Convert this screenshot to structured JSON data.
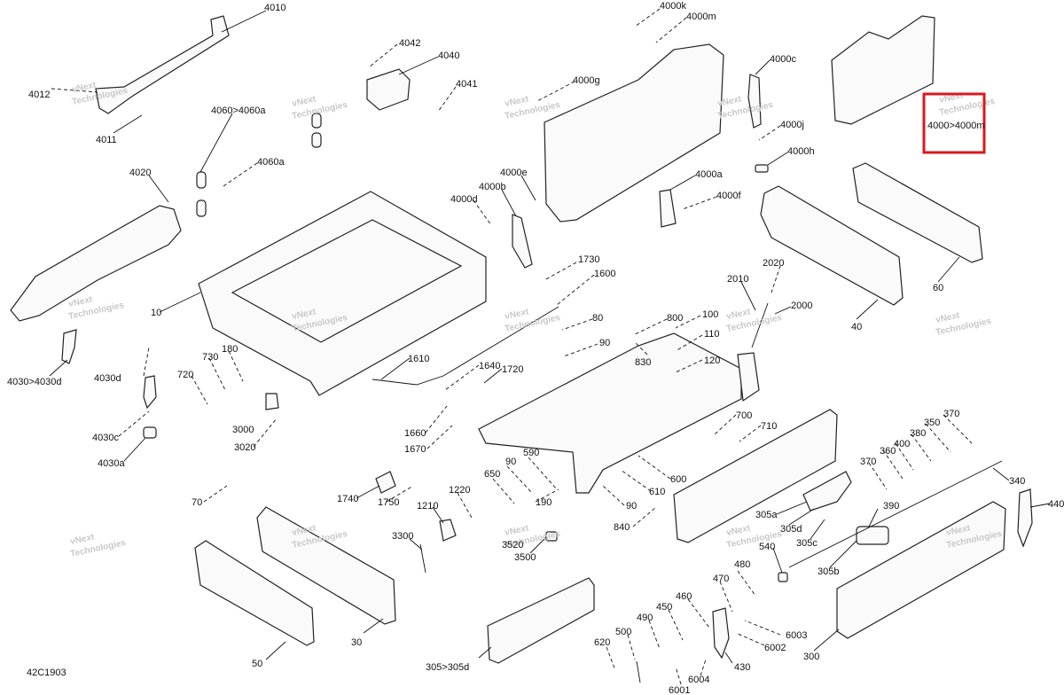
{
  "diagram_code": "42C1903",
  "watermark": [
    "vNext",
    "Technologies"
  ],
  "highlight": {
    "label": "4000>4000m"
  },
  "callouts": [
    {
      "id": "c4010",
      "text": "4010"
    },
    {
      "id": "c4012",
      "text": "4012"
    },
    {
      "id": "c4011",
      "text": "4011"
    },
    {
      "id": "c4042",
      "text": "4042"
    },
    {
      "id": "c4040",
      "text": "4040"
    },
    {
      "id": "c4041",
      "text": "4041"
    },
    {
      "id": "c4060a",
      "text": "4060>4060a"
    },
    {
      "id": "c4060a2",
      "text": "4060a"
    },
    {
      "id": "c4020",
      "text": "4020"
    },
    {
      "id": "c4030d",
      "text": "4030>4030d"
    },
    {
      "id": "c4030d2",
      "text": "4030d"
    },
    {
      "id": "c4030c",
      "text": "4030c"
    },
    {
      "id": "c4030a",
      "text": "4030a"
    },
    {
      "id": "c10",
      "text": "10"
    },
    {
      "id": "c730",
      "text": "730"
    },
    {
      "id": "c180",
      "text": "180"
    },
    {
      "id": "c720",
      "text": "720"
    },
    {
      "id": "c3000",
      "text": "3000"
    },
    {
      "id": "c3020",
      "text": "3020"
    },
    {
      "id": "c4000k",
      "text": "4000k"
    },
    {
      "id": "c4000m",
      "text": "4000m"
    },
    {
      "id": "c4000g",
      "text": "4000g"
    },
    {
      "id": "c4000c",
      "text": "4000c"
    },
    {
      "id": "c4000j",
      "text": "4000j"
    },
    {
      "id": "c4000h",
      "text": "4000h"
    },
    {
      "id": "c4000e",
      "text": "4000e"
    },
    {
      "id": "c4000b",
      "text": "4000b"
    },
    {
      "id": "c4000d",
      "text": "4000d"
    },
    {
      "id": "c4000a",
      "text": "4000a"
    },
    {
      "id": "c4000f",
      "text": "4000f"
    },
    {
      "id": "c1730",
      "text": "1730"
    },
    {
      "id": "c1600",
      "text": "1600"
    },
    {
      "id": "c80",
      "text": "80"
    },
    {
      "id": "c90a",
      "text": "90"
    },
    {
      "id": "c800",
      "text": "800"
    },
    {
      "id": "c100",
      "text": "100"
    },
    {
      "id": "c110",
      "text": "110"
    },
    {
      "id": "c120",
      "text": "120"
    },
    {
      "id": "c830",
      "text": "830"
    },
    {
      "id": "c2010",
      "text": "2010"
    },
    {
      "id": "c2020",
      "text": "2020"
    },
    {
      "id": "c2000",
      "text": "2000"
    },
    {
      "id": "c40",
      "text": "40"
    },
    {
      "id": "c60",
      "text": "60"
    },
    {
      "id": "c1610",
      "text": "1610"
    },
    {
      "id": "c1640",
      "text": "1640"
    },
    {
      "id": "c1720",
      "text": "1720"
    },
    {
      "id": "c1660",
      "text": "1660"
    },
    {
      "id": "c1670",
      "text": "1670"
    },
    {
      "id": "c700",
      "text": "700"
    },
    {
      "id": "c710",
      "text": "710"
    },
    {
      "id": "c370a",
      "text": "370"
    },
    {
      "id": "c350",
      "text": "350"
    },
    {
      "id": "c380",
      "text": "380"
    },
    {
      "id": "c400",
      "text": "400"
    },
    {
      "id": "c360",
      "text": "360"
    },
    {
      "id": "c370b",
      "text": "370"
    },
    {
      "id": "c340",
      "text": "340"
    },
    {
      "id": "c440",
      "text": "440"
    },
    {
      "id": "c590",
      "text": "590"
    },
    {
      "id": "c90b",
      "text": "90"
    },
    {
      "id": "c650",
      "text": "650"
    },
    {
      "id": "c190",
      "text": "190"
    },
    {
      "id": "c600",
      "text": "600"
    },
    {
      "id": "c610",
      "text": "610"
    },
    {
      "id": "c90c",
      "text": "90"
    },
    {
      "id": "c840",
      "text": "840"
    },
    {
      "id": "c1220",
      "text": "1220"
    },
    {
      "id": "c1740",
      "text": "1740"
    },
    {
      "id": "c1750",
      "text": "1750"
    },
    {
      "id": "c1210",
      "text": "1210"
    },
    {
      "id": "c70",
      "text": "70"
    },
    {
      "id": "c3300",
      "text": "3300"
    },
    {
      "id": "c3520",
      "text": "3520"
    },
    {
      "id": "c3500",
      "text": "3500"
    },
    {
      "id": "c305a",
      "text": "305a"
    },
    {
      "id": "c305d",
      "text": "305d"
    },
    {
      "id": "c305c",
      "text": "305c"
    },
    {
      "id": "c390",
      "text": "390"
    },
    {
      "id": "c540",
      "text": "540"
    },
    {
      "id": "c305b",
      "text": "305b"
    },
    {
      "id": "c480",
      "text": "480"
    },
    {
      "id": "c470",
      "text": "470"
    },
    {
      "id": "c460",
      "text": "460"
    },
    {
      "id": "c450",
      "text": "450"
    },
    {
      "id": "c490",
      "text": "490"
    },
    {
      "id": "c500",
      "text": "500"
    },
    {
      "id": "c620",
      "text": "620"
    },
    {
      "id": "c6003",
      "text": "6003"
    },
    {
      "id": "c6002",
      "text": "6002"
    },
    {
      "id": "c430",
      "text": "430"
    },
    {
      "id": "c6004",
      "text": "6004"
    },
    {
      "id": "c6001",
      "text": "6001"
    },
    {
      "id": "c300",
      "text": "300"
    },
    {
      "id": "c305d2",
      "text": "305>305d"
    },
    {
      "id": "c30",
      "text": "30"
    },
    {
      "id": "c50",
      "text": "50"
    }
  ]
}
